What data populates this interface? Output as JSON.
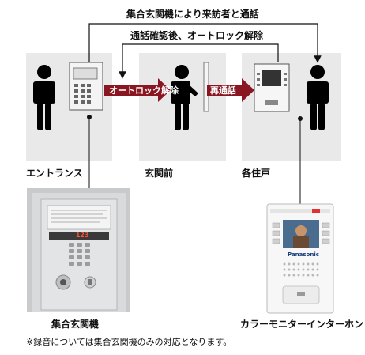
{
  "flow": {
    "call_top": "集合玄関機により来訪者と通話",
    "unlock_after": "通話確認後、オートロック解除"
  },
  "arrows": {
    "unlock": "オートロック解除",
    "recall": "再通話"
  },
  "locations": {
    "entrance": "エントランス",
    "genkan": "玄関前",
    "each_unit": "各住戸"
  },
  "panel": {
    "display": "123"
  },
  "monitor": {
    "brand": "Panasonic"
  },
  "captions": {
    "entrance_unit": "集合玄関機",
    "monitor": "カラーモニターインターホン"
  },
  "footnote": "※録音については集合玄関機のみの対応となります。",
  "colors": {
    "arrow_red": "#8a1622",
    "panel_bg": "#e9e9e9",
    "figure": "#000000"
  }
}
